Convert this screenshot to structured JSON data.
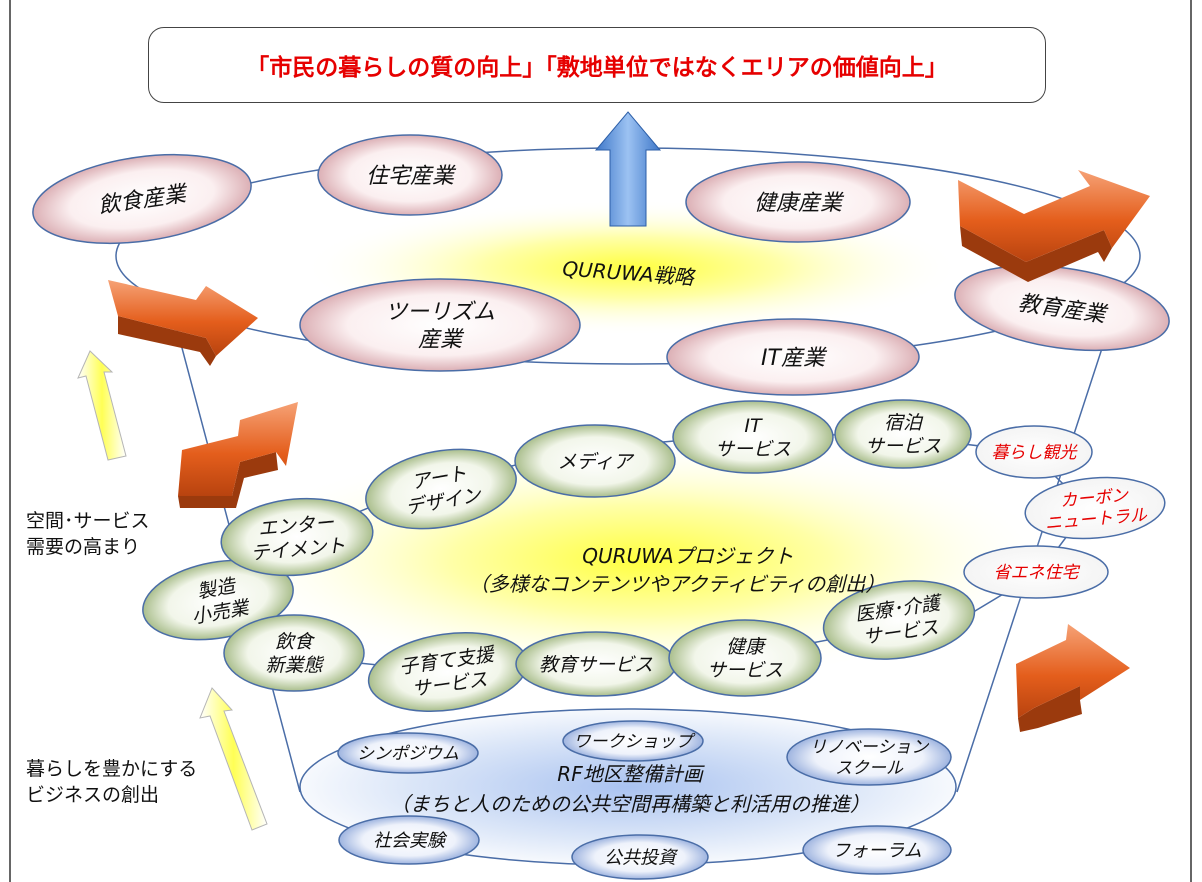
{
  "header": {
    "goal_text": "「市民の暮らしの質の向上」「敷地単位ではなくエリアの価値向上」"
  },
  "side_labels": {
    "upper": [
      "空間･サービス",
      "需要の高まり"
    ],
    "lower": [
      "暮らしを豊かにする",
      "ビジネスの創出"
    ]
  },
  "tiers": {
    "strategy": {
      "center_label": "QURUWA戦略",
      "industries": [
        {
          "id": "food-industry",
          "label": "飲食産業"
        },
        {
          "id": "housing-industry",
          "label": "住宅産業"
        },
        {
          "id": "health-industry",
          "label": "健康産業"
        },
        {
          "id": "education-industry",
          "label": "教育産業"
        },
        {
          "id": "it-industry",
          "label": "IT産業"
        },
        {
          "id": "tourism-industry",
          "label": "ツーリズム\n産業"
        }
      ]
    },
    "project": {
      "center_label": [
        "QURUWAプロジェクト",
        "（多様なコンテンツやアクティビティの創出）"
      ],
      "services": [
        {
          "id": "manufacturing-retail",
          "label": "製造\n小売業"
        },
        {
          "id": "entertainment",
          "label": "エンター\nテイメント"
        },
        {
          "id": "art-design",
          "label": "アート\nデザイン"
        },
        {
          "id": "media",
          "label": "メディア"
        },
        {
          "id": "it-service",
          "label": "IT\nサービス"
        },
        {
          "id": "lodging-service",
          "label": "宿泊\nサービス"
        },
        {
          "id": "food-new-business",
          "label": "飲食\n新業態"
        },
        {
          "id": "childcare-service",
          "label": "子育て支援\nサービス"
        },
        {
          "id": "education-service",
          "label": "教育サービス"
        },
        {
          "id": "health-service",
          "label": "健康\nサービス"
        },
        {
          "id": "medical-care-service",
          "label": "医療･介護\nサービス"
        }
      ],
      "highlights": [
        {
          "id": "living-tourism",
          "label": "暮らし観光"
        },
        {
          "id": "carbon-neutral",
          "label": "カーボン\nニュートラル"
        },
        {
          "id": "energy-saving-housing",
          "label": "省エネ住宅"
        }
      ]
    },
    "plan": {
      "center_label": [
        "RF地区整備計画",
        "（まちと人のための公共空間再構築と利活用の推進）"
      ],
      "activities": [
        {
          "id": "symposium",
          "label": "シンポジウム"
        },
        {
          "id": "workshop",
          "label": "ワークショップ"
        },
        {
          "id": "renovation-school",
          "label": "リノベーション\nスクール"
        },
        {
          "id": "social-experiment",
          "label": "社会実験"
        },
        {
          "id": "public-investment",
          "label": "公共投資"
        },
        {
          "id": "forum",
          "label": "フォーラム"
        }
      ]
    }
  },
  "colors": {
    "outline": "#4a6da7",
    "pink_fill": "#c98a92",
    "green_fill": "#7f9d55",
    "blue_fill": "#6f8fcf",
    "core_yellow": "#ffff4d",
    "highlight_text": "#e60000",
    "arrow_orange": "#e0621f",
    "arrow_blue": "#4a86d6",
    "arrow_yellow": "#ffff66"
  }
}
